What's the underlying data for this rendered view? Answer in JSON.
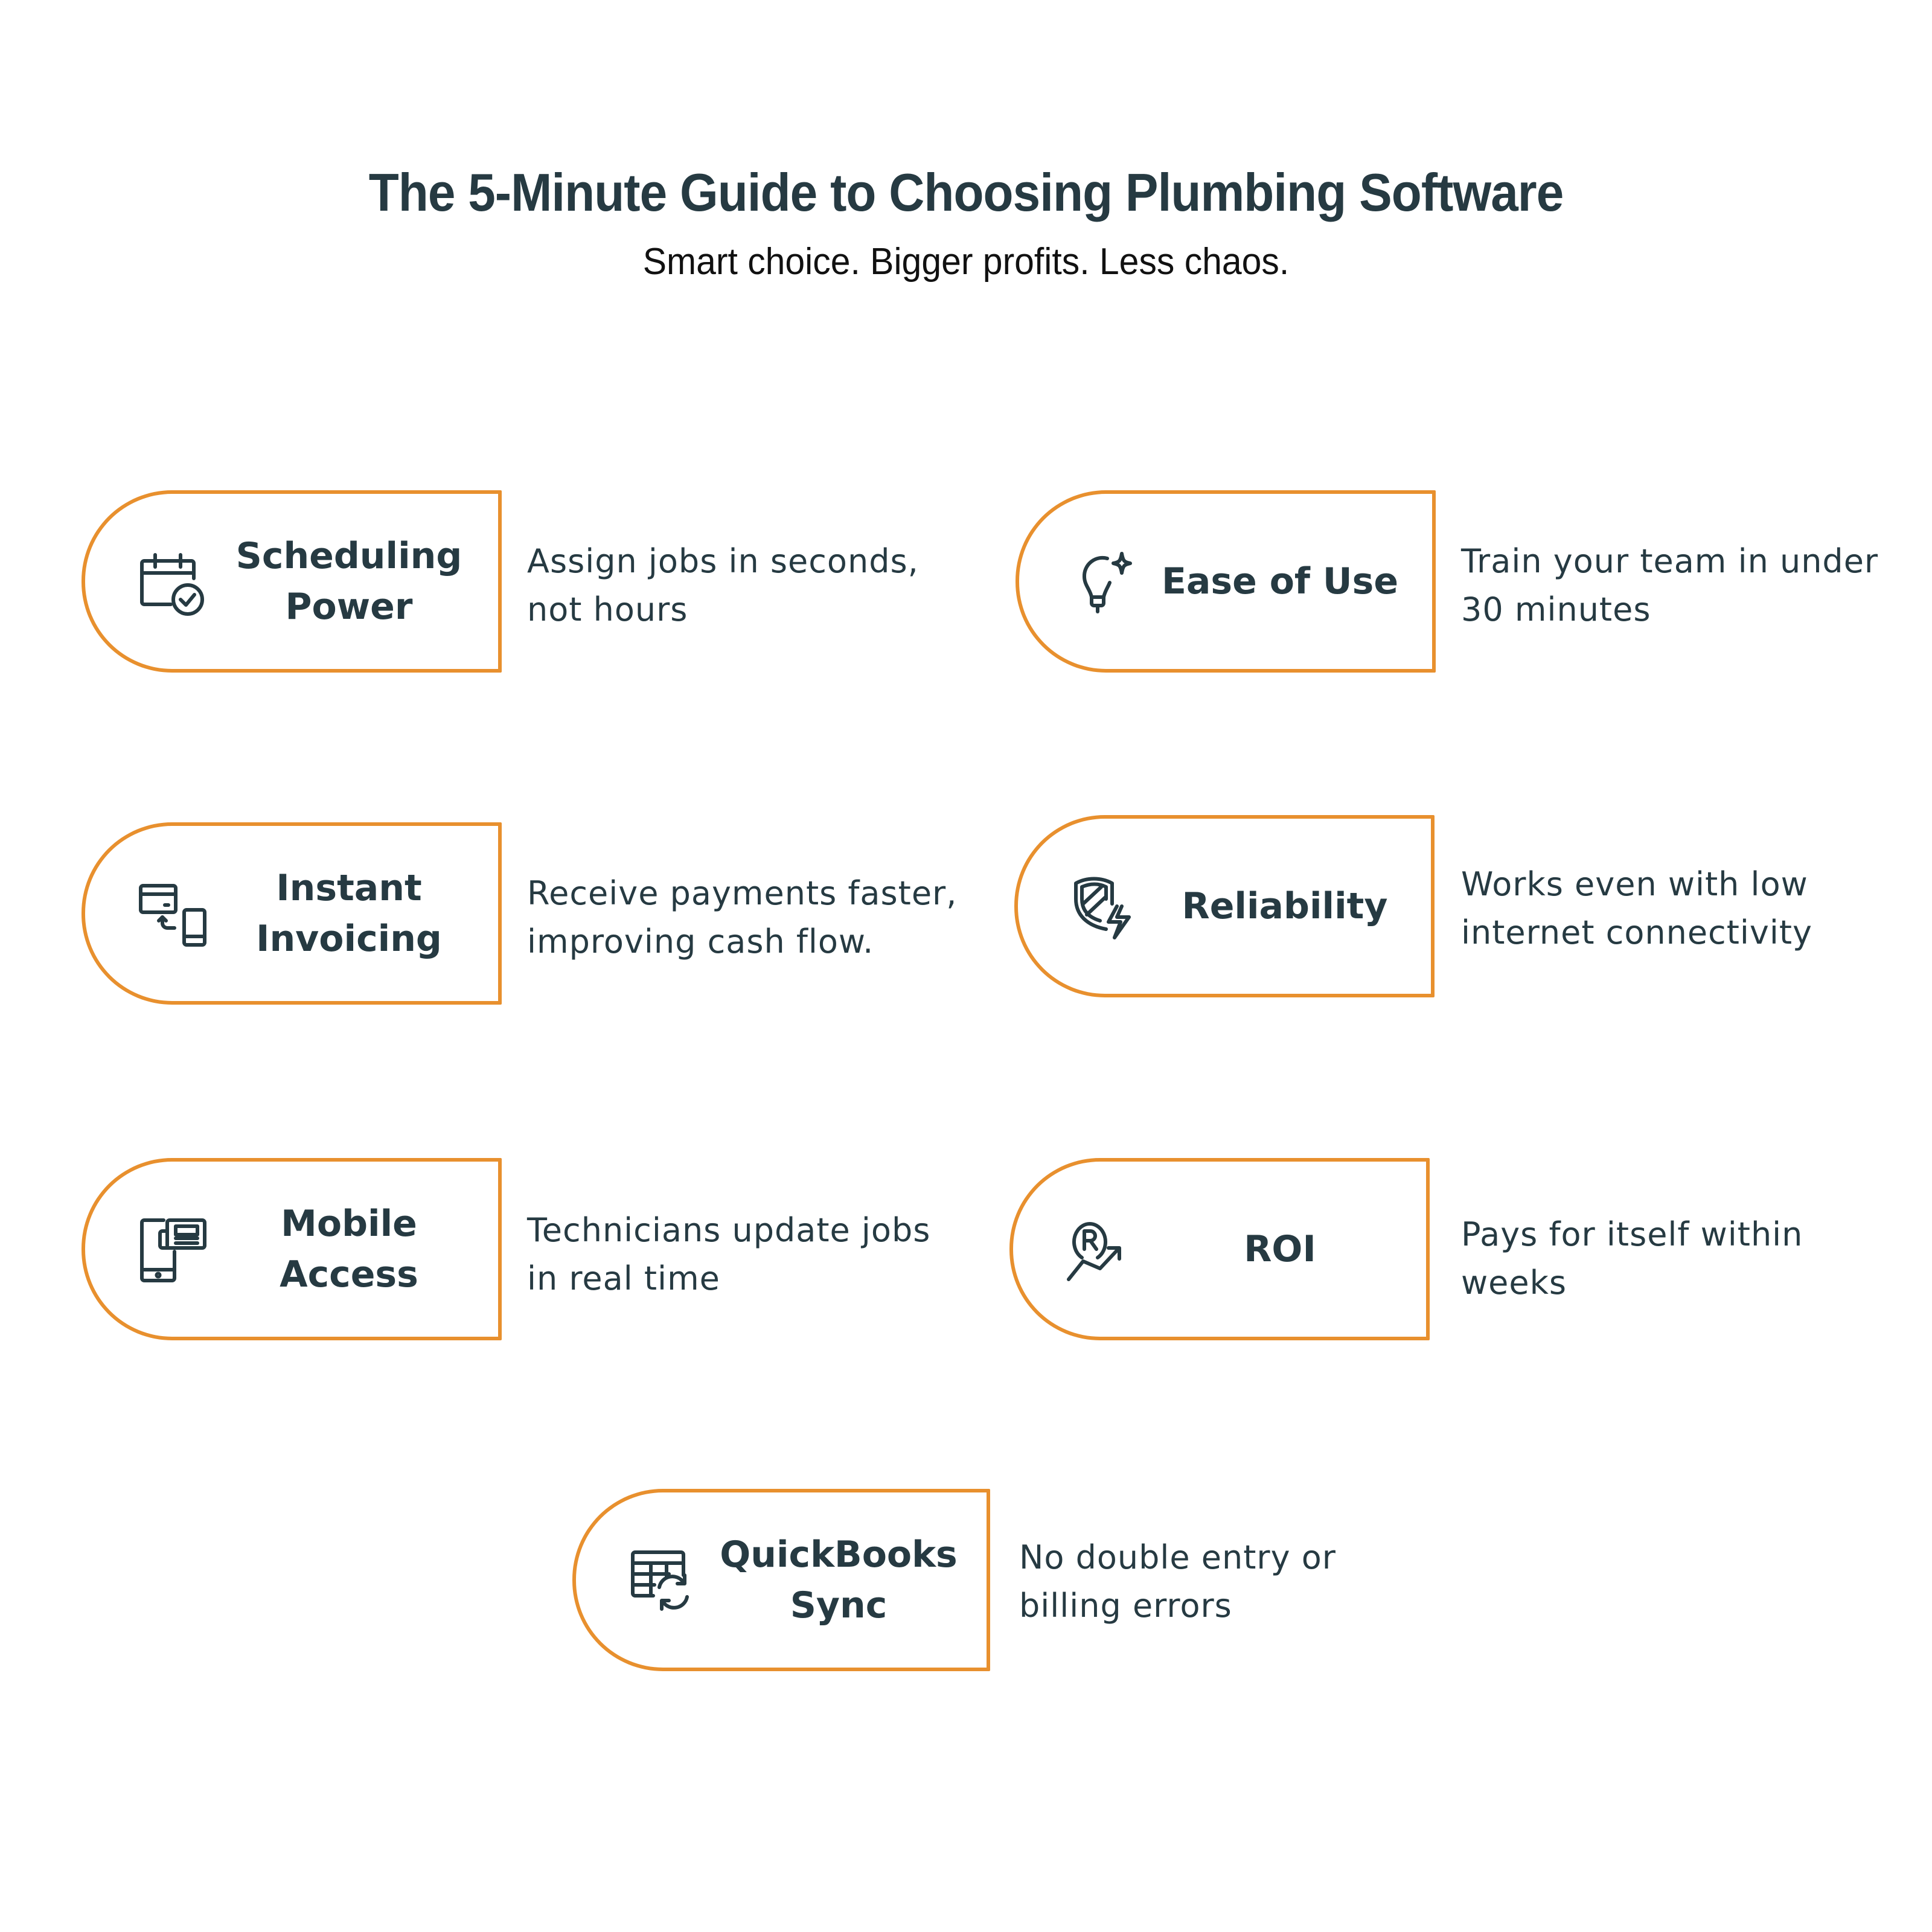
{
  "header": {
    "title": "The 5-Minute Guide to Choosing Plumbing Software",
    "subtitle": "Smart choice. Bigger profits. Less chaos."
  },
  "colors": {
    "accent_border": "#E8902E",
    "text_dark": "#263A42",
    "background": "#FFFFFF"
  },
  "features": [
    {
      "label": "Scheduling\nPower",
      "icon": "calendar-check-icon",
      "description": "Assign jobs in seconds,\n not hours"
    },
    {
      "label": "Ease of Use",
      "icon": "lightbulb-sparkle-icon",
      "description": "Train your team in under\n30 minutes"
    },
    {
      "label": "Instant\nInvoicing",
      "icon": "card-to-phone-payment-icon",
      "description": "Receive payments faster,\nimproving cash flow."
    },
    {
      "label": "Reliability",
      "icon": "shield-lightning-icon",
      "description": "Works even with low\ninternet connectivity"
    },
    {
      "label": "Mobile\nAccess",
      "icon": "mobile-document-icon",
      "description": "Technicians update jobs\nin real time"
    },
    {
      "label": "ROI",
      "icon": "currency-trend-up-icon",
      "description": "Pays for itself within\nweeks"
    },
    {
      "label": "QuickBooks\nSync",
      "icon": "spreadsheet-sync-icon",
      "description": "No double entry or\nbilling errors"
    }
  ]
}
